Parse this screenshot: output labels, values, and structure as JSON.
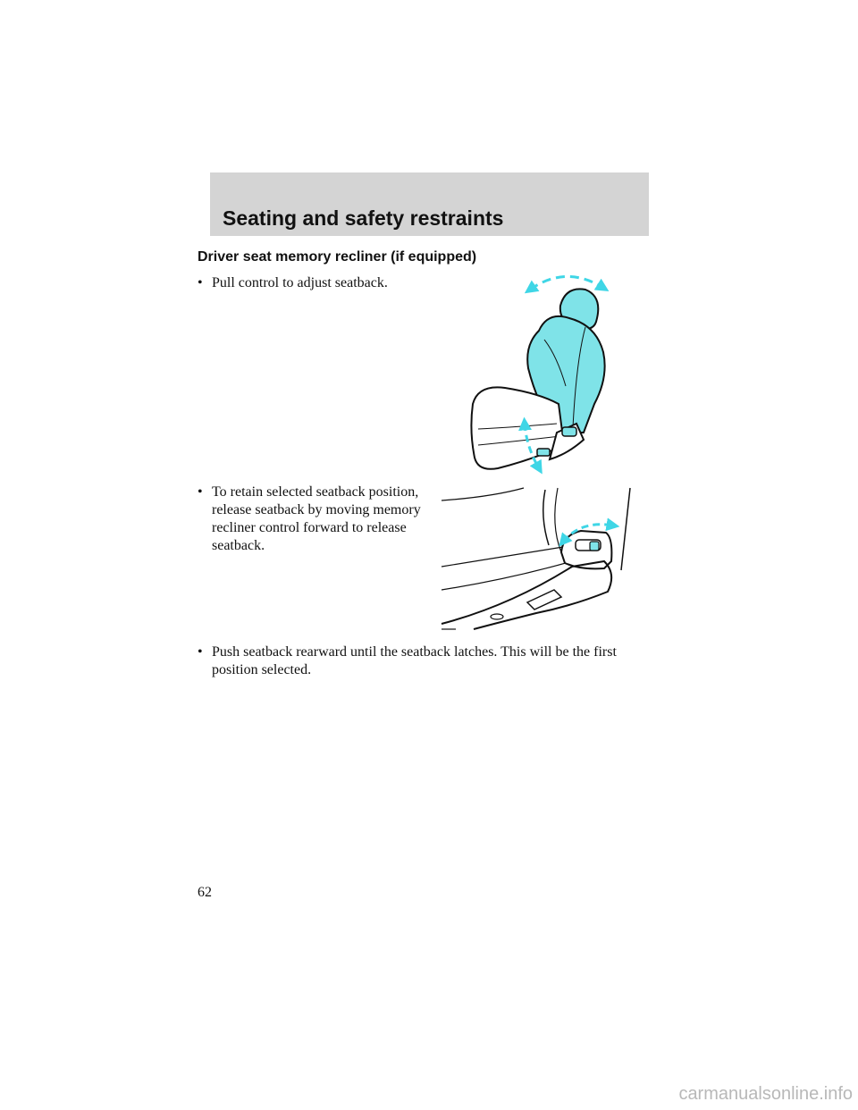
{
  "header": {
    "title": "Seating and safety restraints"
  },
  "section": {
    "heading": "Driver seat memory recliner (if equipped)"
  },
  "bullets": [
    {
      "marker": "•",
      "text": "Pull control to adjust seatback."
    },
    {
      "marker": "•",
      "text": "To retain selected seatback position, release seatback by moving memory recliner control forward to release seatback."
    },
    {
      "marker": "•",
      "text": "Push seatback rearward until the seatback latches. This will be the first position selected."
    }
  ],
  "figures": [
    {
      "icon": "seat-recline-illustration-icon"
    },
    {
      "icon": "recliner-control-closeup-icon"
    }
  ],
  "footer": {
    "page_number": "62",
    "watermark": "carmanualsonline.info"
  },
  "colors": {
    "header_band": "#d4d4d4",
    "seat_fill": "#7fe3e8",
    "arrow": "#3fd6e6"
  }
}
